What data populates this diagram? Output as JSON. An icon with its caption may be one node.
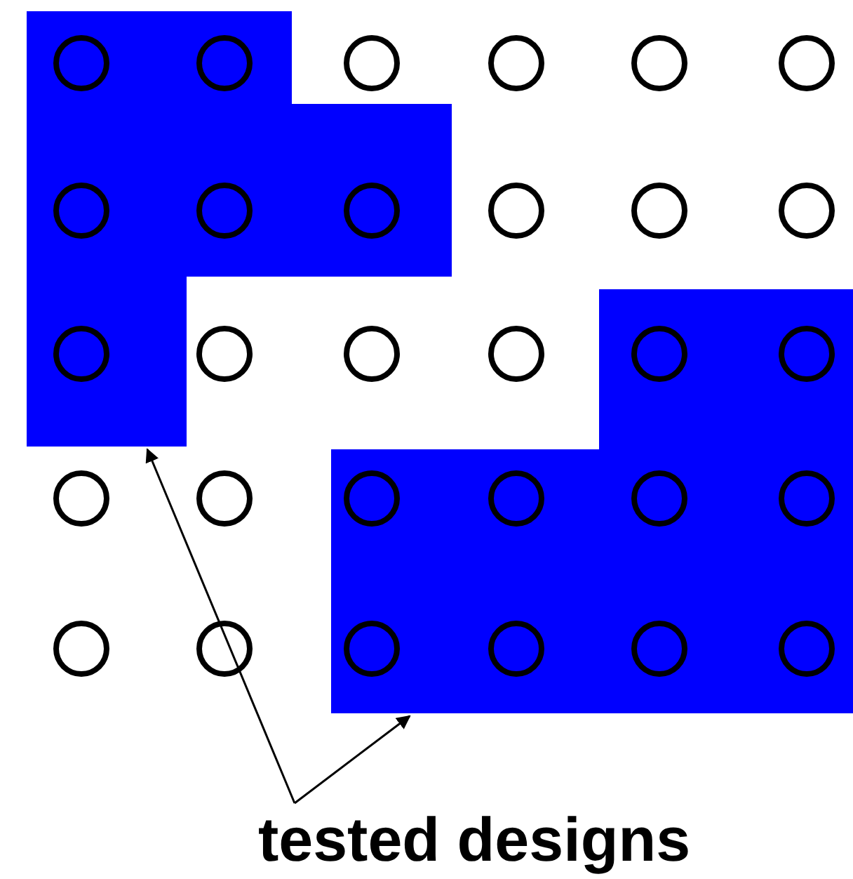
{
  "diagram": {
    "nodes": [
      {
        "text": [
          "tested designs"
        ]
      },
      {
        "text": [],
        "shape": "box"
      },
      {
        "text": [],
        "shape": "box"
      }
    ],
    "edges": [
      {
        "from": 0,
        "to": 1,
        "arrow": "to"
      },
      {
        "from": 0,
        "to": 2,
        "arrow": "to"
      }
    ]
  }
}
